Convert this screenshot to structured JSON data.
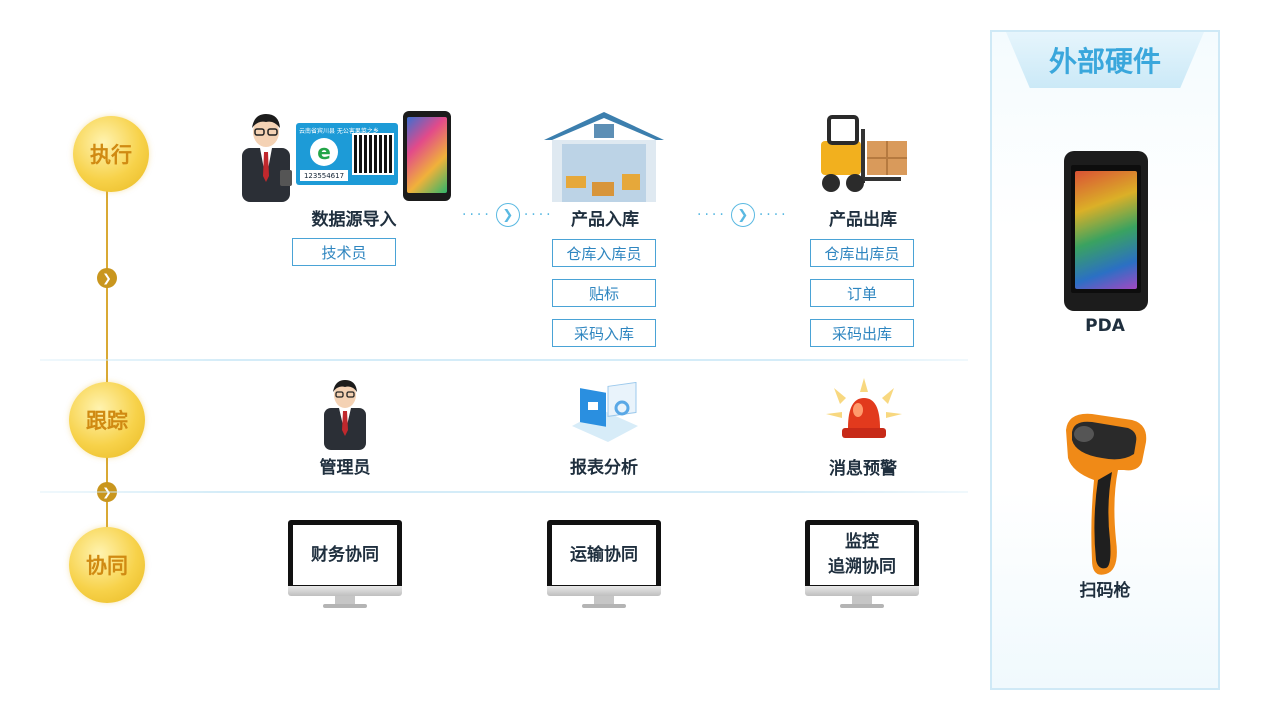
{
  "stages": [
    {
      "label": "执行"
    },
    {
      "label": "跟踪"
    },
    {
      "label": "协同"
    }
  ],
  "execute": {
    "columns": [
      {
        "title": "数据源导入",
        "tags": [
          "技术员"
        ]
      },
      {
        "title": "产品入库",
        "tags": [
          "仓库入库员",
          "贴标",
          "采码入库"
        ]
      },
      {
        "title": "产品出库",
        "tags": [
          "仓库出库员",
          "订单",
          "采码出库"
        ]
      }
    ],
    "label_card": {
      "top_text": "云南省宾川县  无公害果菜之乡",
      "code": "123554617"
    }
  },
  "track": {
    "items": [
      {
        "label": "管理员"
      },
      {
        "label": "报表分析"
      },
      {
        "label": "消息预警"
      }
    ]
  },
  "collab": {
    "items": [
      {
        "line1": "财务协同",
        "line2": ""
      },
      {
        "line1": "运输协同",
        "line2": ""
      },
      {
        "line1": "监控",
        "line2": "追溯协同"
      }
    ]
  },
  "hardware": {
    "title": "外部硬件",
    "items": [
      {
        "label": "PDA"
      },
      {
        "label": "扫码枪"
      }
    ]
  },
  "colors": {
    "gold": "#f7d24a",
    "accent_blue": "#3aa7dc",
    "tag_border": "#4aa3d6"
  }
}
